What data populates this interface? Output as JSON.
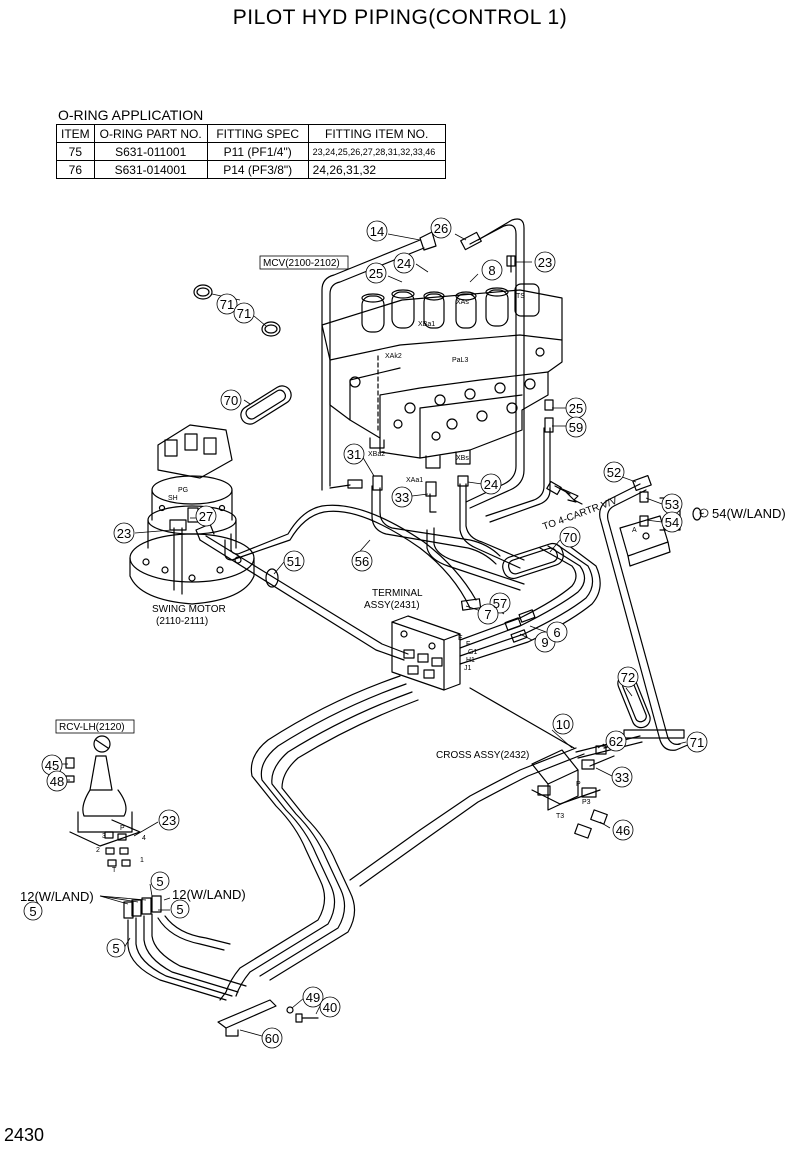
{
  "title": "PILOT HYD PIPING(CONTROL 1)",
  "oring_table": {
    "caption": "O-RING APPLICATION",
    "headers": [
      "ITEM",
      "O-RING PART NO.",
      "FITTING SPEC",
      "FITTING ITEM NO."
    ],
    "rows": [
      [
        "75",
        "S631-011001",
        "P11 (PF1/4\")",
        "23,24,25,26,27,28,31,32,33,46"
      ],
      [
        "76",
        "S631-014001",
        "P14 (PF3/8\")",
        "24,26,31,32"
      ]
    ]
  },
  "page_number": "2430",
  "assembly_labels": {
    "mcv": "MCV(2100-2102)",
    "swing_motor_1": "SWING MOTOR",
    "swing_motor_2": "(2110-2111)",
    "terminal_1": "TERMINAL",
    "terminal_2": "ASSY(2431)",
    "rcv": "RCV-LH(2120)",
    "cross": "CROSS ASSY(2432)",
    "to_cartr": "TO 4-CARTR V/V"
  },
  "port_labels": {
    "xas": "XAs",
    "xba1": "XBa1",
    "xak2": "XAk2",
    "pal3": "PaL3",
    "ts": "TS",
    "xba2": "XBa2",
    "xaa1": "XAa1",
    "xbs": "XBs",
    "pg": "PG",
    "sh": "SH",
    "a": "A",
    "e": "E",
    "f": "F",
    "g1": "G1",
    "h1": "H1",
    "j1": "J1",
    "p": "P",
    "p3": "P3",
    "t3": "T3",
    "rcv_p": "P",
    "rcv_3": "3",
    "rcv_4": "4",
    "rcv_2": "2",
    "rcv_1": "1",
    "rcv_t": "T"
  },
  "callouts": {
    "c14": "14",
    "c26": "26",
    "c24a": "24",
    "c25a": "25",
    "c8": "8",
    "c23a": "23",
    "c71a": "71",
    "c71b": "71",
    "c70a": "70",
    "c25b": "25",
    "c59": "59",
    "c31": "31",
    "c33a": "33",
    "c24b": "24",
    "c52": "52",
    "c53": "53",
    "c54": "54",
    "c54w": "54(W/LAND)",
    "c23b": "23",
    "c27": "27",
    "c51": "51",
    "c56": "56",
    "c70b": "70",
    "c57": "57",
    "c7": "7",
    "c9": "9",
    "c6": "6",
    "c72": "72",
    "c10": "10",
    "c62": "62",
    "c71c": "71",
    "c33b": "33",
    "c46": "46",
    "c45": "45",
    "c48": "48",
    "c23c": "23",
    "c12a": "12(W/LAND)",
    "c5a": "5",
    "c5b": "5",
    "c5c": "5",
    "c12b": "12(W/LAND)",
    "c5d": "5",
    "c49": "49",
    "c40": "40",
    "c60": "60"
  }
}
